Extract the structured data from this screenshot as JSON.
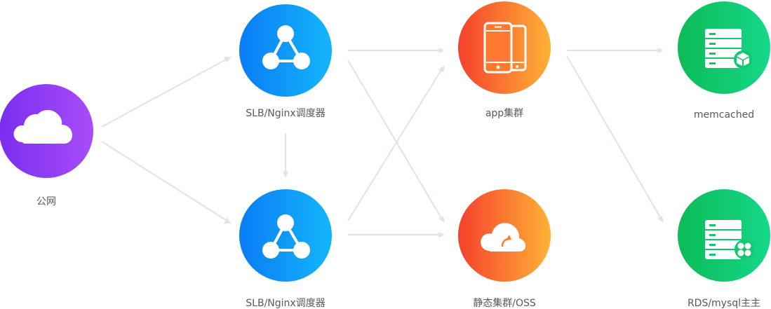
{
  "nodes": {
    "public_net": {
      "label": "公网",
      "icon": "cloud-icon"
    },
    "slb_top": {
      "label": "SLB/Nginx调度器",
      "icon": "network-triangle-icon"
    },
    "slb_bottom": {
      "label": "SLB/Nginx调度器",
      "icon": "network-triangle-icon"
    },
    "app_cluster": {
      "label": "app集群",
      "icon": "mobile-devices-icon"
    },
    "static_cluster": {
      "label": "静态集群/OSS",
      "icon": "cloud-upload-icon"
    },
    "memcached": {
      "label": "memcached",
      "icon": "server-cache-icon"
    },
    "rds": {
      "label": "RDS/mysql主主",
      "icon": "server-database-icon"
    }
  },
  "colors": {
    "purple_start": "#7a2df0",
    "purple_end": "#a84df8",
    "blue_start": "#0a7cf5",
    "blue_end": "#14b6fb",
    "orange_start": "#f5402c",
    "orange_end": "#ffb236",
    "green_start": "#0dbb57",
    "green_end": "#14d889",
    "edge": "#dde4ec",
    "label": "#555a60"
  }
}
